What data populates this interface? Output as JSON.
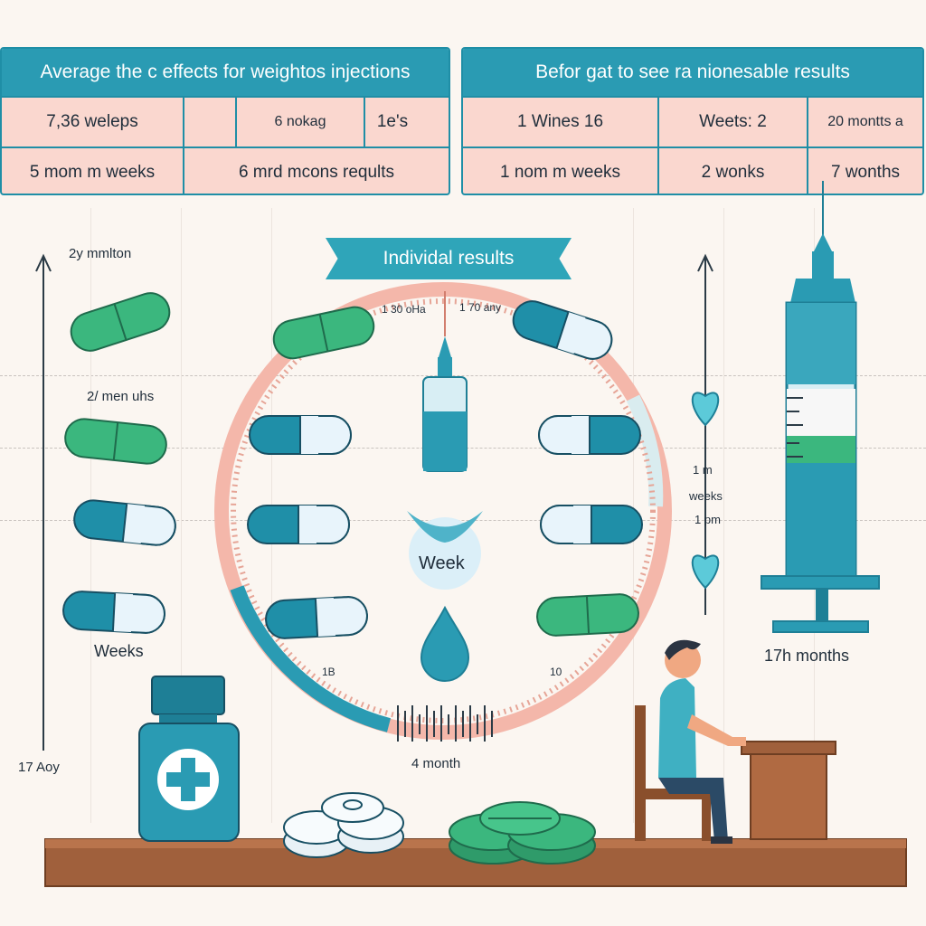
{
  "left_table": {
    "title": "Average the c effects for weightos injections",
    "rows": [
      [
        "7,36 weleps",
        "",
        "6 nokag",
        "1e's"
      ],
      [
        "5 mom m weeks",
        "6 mrd mcons reqults",
        "",
        ""
      ]
    ]
  },
  "right_table": {
    "title": "Befor gat to see ra nionesable results",
    "rows": [
      [
        "1 Wines 16",
        "Weets: 2",
        "20 montts a"
      ],
      [
        "1 nom m weeks",
        "2 wonks",
        "7 wonths"
      ]
    ]
  },
  "banner": "Individal results",
  "left_axis": {
    "top": "2y mmlton",
    "mid": "2/ men uhs",
    "weeks": "Weeks",
    "bottom": "17 Aoy"
  },
  "dial": {
    "tick_left_top": "1 30 oHa",
    "tick_right_top": "1 70 any",
    "tick_bottom_left": "1B",
    "tick_bottom_right": "10",
    "center": "Week",
    "bottom": "4 month"
  },
  "right_axis": {
    "line1": "1 m",
    "line2": "weeks",
    "line3": "1 pm"
  },
  "syringe_label": "17h months",
  "colors": {
    "teal": "#2a9bb3",
    "dark_teal": "#1e7f96",
    "green": "#3bb77e",
    "pink": "#f4b7aa",
    "wood": "#a0603c"
  }
}
